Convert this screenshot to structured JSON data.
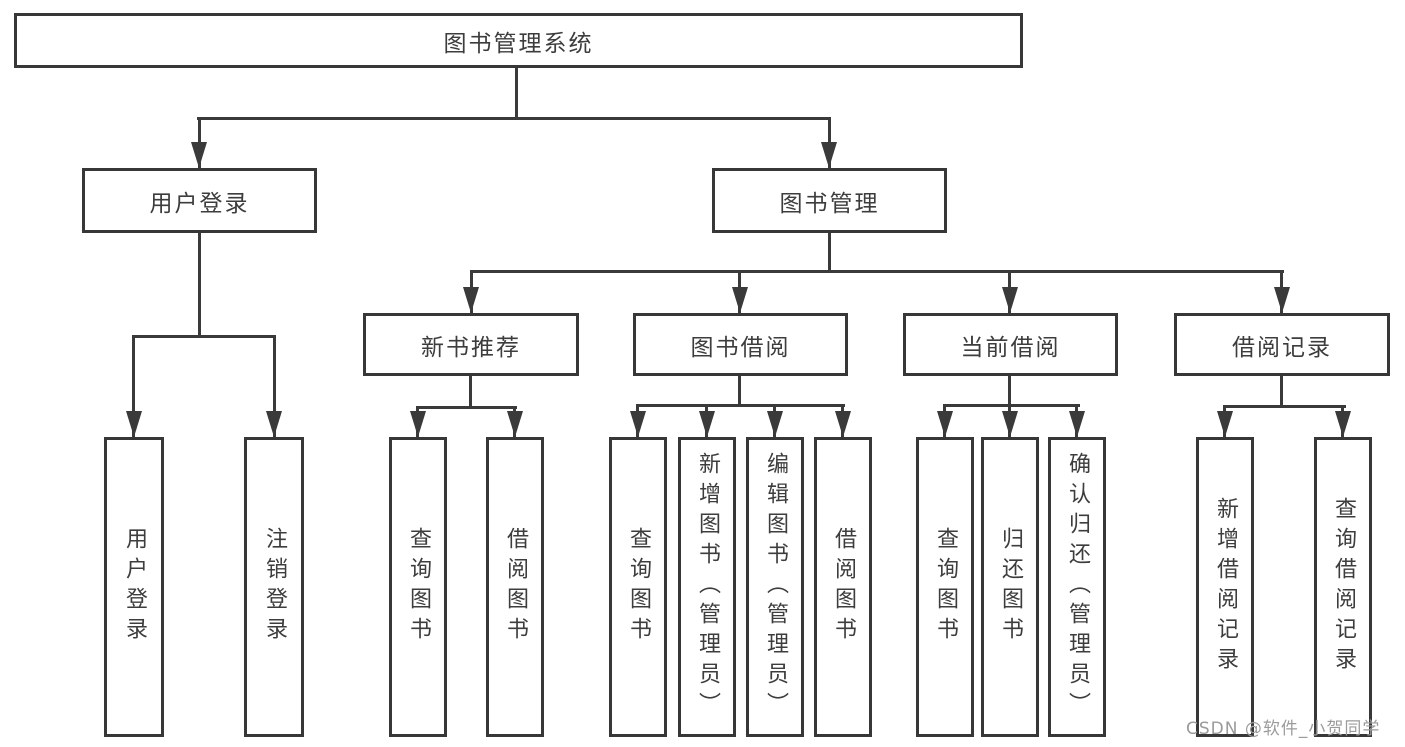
{
  "colors": {
    "line": "#3a3a3a",
    "box_border": "#373737",
    "text": "#3d3d3d",
    "watermark": "#9b9b9b",
    "background": "#ffffff"
  },
  "tree": {
    "root": {
      "label": "图书管理系统"
    },
    "children": [
      {
        "label": "用户登录",
        "children": [
          {
            "label": "用户登录"
          },
          {
            "label": "注销登录"
          }
        ]
      },
      {
        "label": "图书管理",
        "children": [
          {
            "label": "新书推荐",
            "children": [
              {
                "label": "查询图书"
              },
              {
                "label": "借阅图书"
              }
            ]
          },
          {
            "label": "图书借阅",
            "children": [
              {
                "label": "查询图书"
              },
              {
                "label": "新增图书（管理员）"
              },
              {
                "label": "编辑图书（管理员）"
              },
              {
                "label": "借阅图书"
              }
            ]
          },
          {
            "label": "当前借阅",
            "children": [
              {
                "label": "查询图书"
              },
              {
                "label": "归还图书"
              },
              {
                "label": "确认归还（管理员）"
              }
            ]
          },
          {
            "label": "借阅记录",
            "children": [
              {
                "label": "新增借阅记录"
              },
              {
                "label": "查询借阅记录"
              }
            ]
          }
        ]
      }
    ]
  },
  "watermark": {
    "text": "CSDN @软件_小贺同学"
  }
}
